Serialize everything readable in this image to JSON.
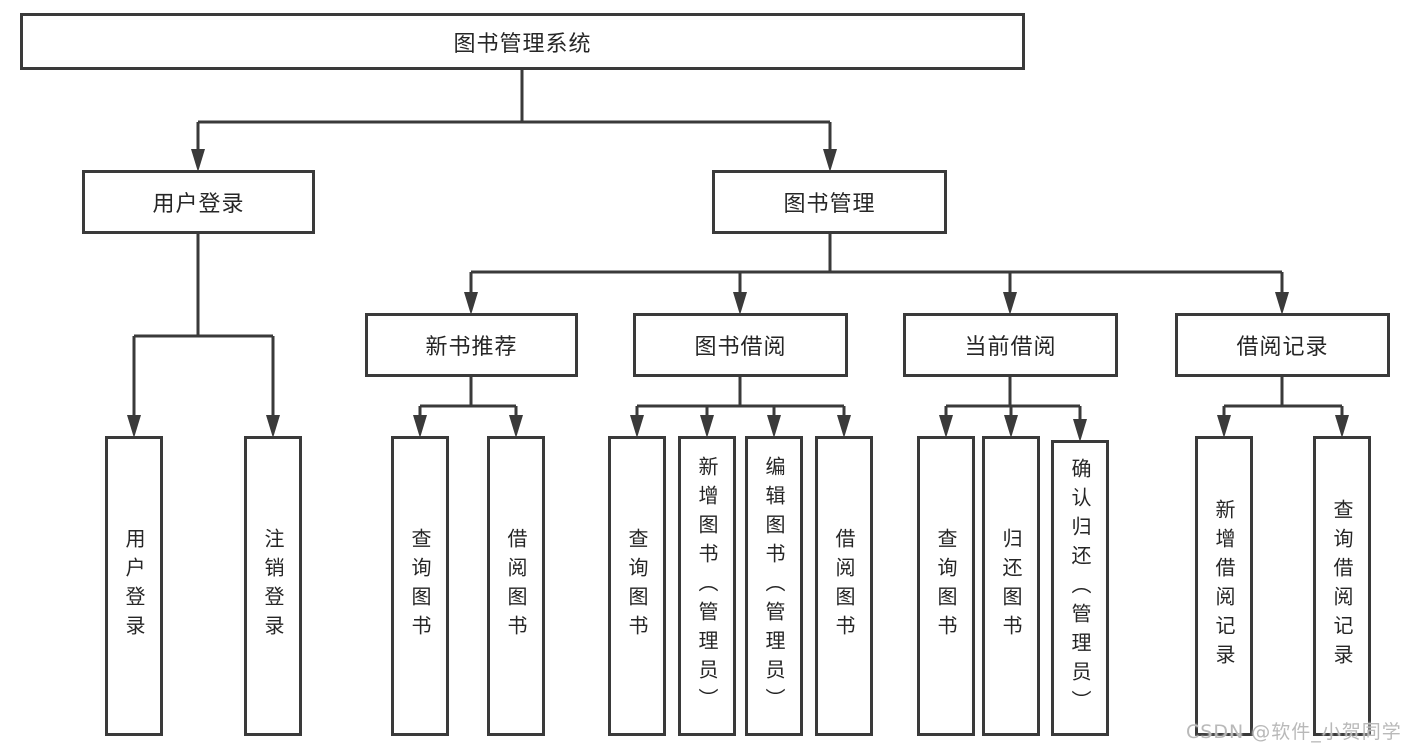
{
  "tree": {
    "label": "图书管理系统",
    "children": [
      {
        "label": "用户登录",
        "children": [
          {
            "label": "用户登录"
          },
          {
            "label": "注销登录"
          }
        ]
      },
      {
        "label": "图书管理",
        "children": [
          {
            "label": "新书推荐",
            "children": [
              {
                "label": "查询图书"
              },
              {
                "label": "借阅图书"
              }
            ]
          },
          {
            "label": "图书借阅",
            "children": [
              {
                "label": "查询图书"
              },
              {
                "label": "新增图书（管理员）"
              },
              {
                "label": "编辑图书（管理员）"
              },
              {
                "label": "借阅图书"
              }
            ]
          },
          {
            "label": "当前借阅",
            "children": [
              {
                "label": "查询图书"
              },
              {
                "label": "归还图书"
              },
              {
                "label": "确认归还（管理员）"
              }
            ]
          },
          {
            "label": "借阅记录",
            "children": [
              {
                "label": "新增借阅记录"
              },
              {
                "label": "查询借阅记录"
              }
            ]
          }
        ]
      }
    ]
  },
  "watermark": "CSDN @软件_小贺同学",
  "colors": {
    "line": "#3a3a3a",
    "border": "#3a3a3a",
    "text": "#262626",
    "background": "#ffffff",
    "watermark": "#b9b9b9"
  }
}
